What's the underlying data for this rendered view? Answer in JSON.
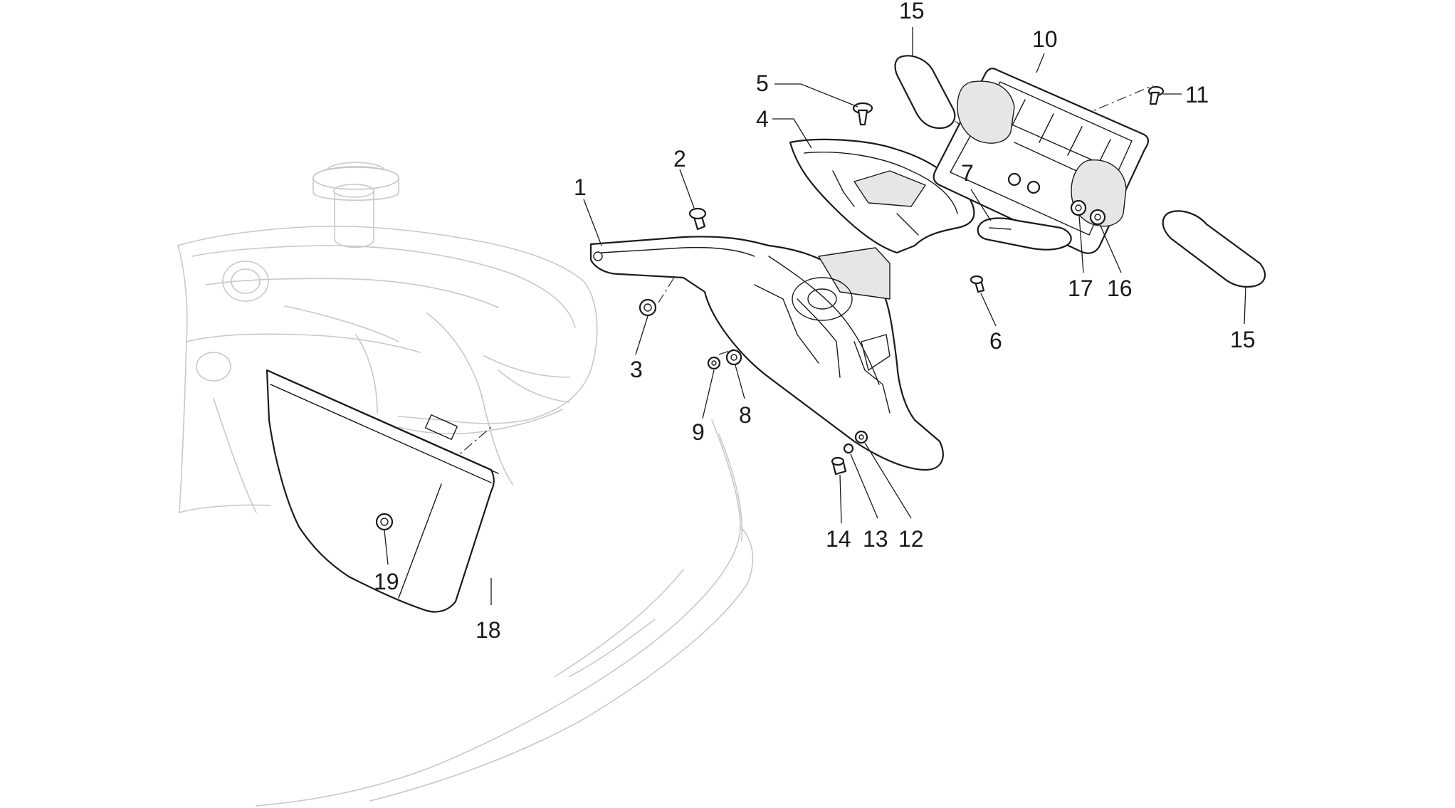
{
  "diagram": {
    "callouts": [
      "1",
      "2",
      "3",
      "4",
      "5",
      "6",
      "7",
      "8",
      "9",
      "10",
      "11",
      "12",
      "13",
      "14",
      "15",
      "16",
      "17",
      "18",
      "19"
    ],
    "parts": {
      "p1": "1",
      "p2": "2",
      "p3": "3",
      "p4": "4",
      "p5": "5",
      "p6": "6",
      "p7": "7",
      "p8": "8",
      "p9": "9",
      "p10": "10",
      "p11": "11",
      "p12": "12",
      "p13": "13",
      "p14": "14",
      "p15a": "15",
      "p15b": "15",
      "p16": "16",
      "p17": "17",
      "p18": "18",
      "p19": "19"
    }
  }
}
